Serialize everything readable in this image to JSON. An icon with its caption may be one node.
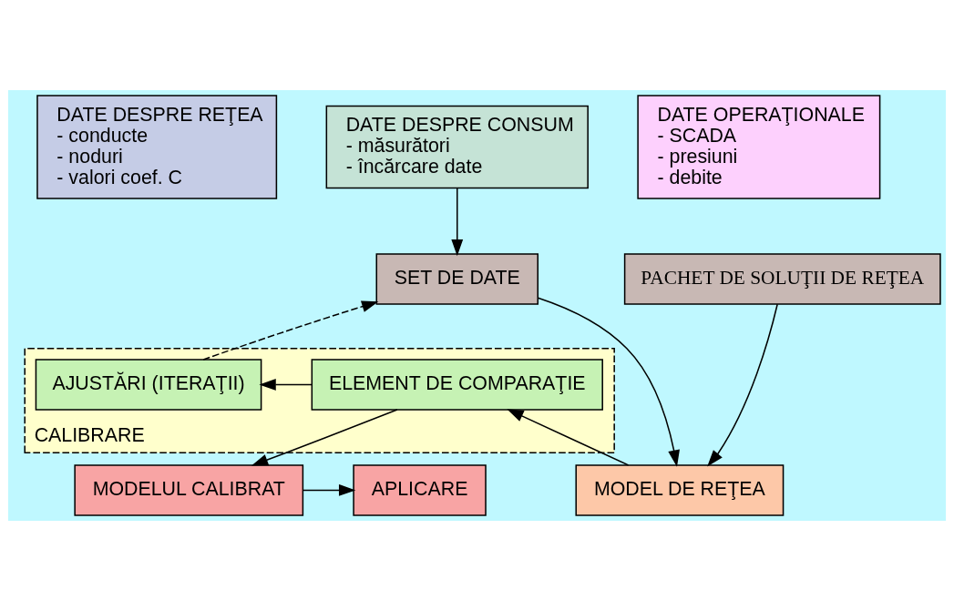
{
  "diagram": {
    "nodes": [
      {
        "text": [
          "DATE DESPRE REŢEA",
          "- conducte",
          "- noduri",
          "- valori coef. C"
        ]
      },
      {
        "text": [
          "DATE DESPRE CONSUM",
          "- măsurători",
          "- încărcare date"
        ]
      },
      {
        "text": [
          "DATE OPERAŢIONALE",
          "- SCADA",
          "- presiuni",
          "- debite"
        ]
      },
      {
        "text": [
          "SET DE DATE"
        ]
      },
      {
        "text": [
          "PACHET DE SOLUŢII DE REŢEA"
        ]
      },
      {
        "text": [
          "CALIBRARE"
        ]
      },
      {
        "text": [
          "AJUSTĂRI (ITERAŢII)"
        ],
        "in": 5
      },
      {
        "text": [
          "ELEMENT DE COMPARAŢIE"
        ],
        "in": 5
      },
      {
        "text": [
          "MODEL DE REŢEA"
        ]
      },
      {
        "text": [
          "MODELUL CALIBRAT"
        ]
      },
      {
        "text": [
          "APLICARE"
        ]
      }
    ],
    "edges": [
      {
        "from": 1,
        "to": 3,
        "arrow": "to"
      },
      {
        "from": 6,
        "to": 3,
        "arrow": "to",
        "style": "dashed"
      },
      {
        "from": 3,
        "to": 8,
        "arrow": "to"
      },
      {
        "from": 4,
        "to": 8,
        "arrow": "to"
      },
      {
        "from": 8,
        "to": 7,
        "arrow": "to"
      },
      {
        "from": 7,
        "to": 6,
        "arrow": "to"
      },
      {
        "from": 7,
        "to": 9,
        "arrow": "to"
      },
      {
        "from": 9,
        "to": 10,
        "arrow": "to"
      }
    ]
  }
}
